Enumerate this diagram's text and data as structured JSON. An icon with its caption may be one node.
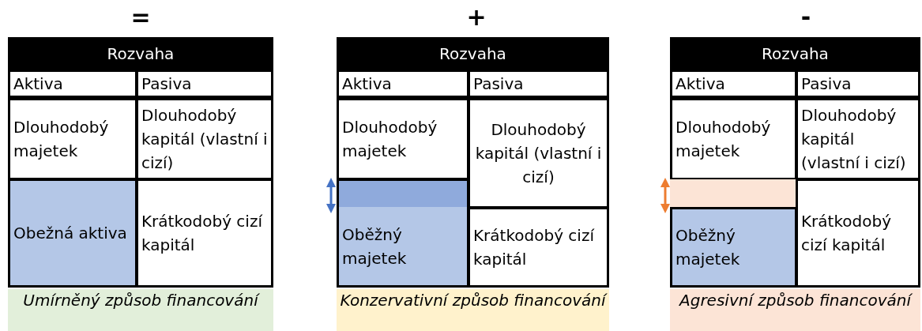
{
  "diagram": {
    "nodes": [
      {
        "text": [
          "Rozvaha"
        ]
      },
      {
        "text": [
          "Aktiva"
        ]
      },
      {
        "text": [
          "Pasiva"
        ]
      },
      {
        "text": [
          "Dlouhodobý majetek"
        ]
      },
      {
        "text": [
          "Dlouhodobý kapitál (vlastní i cizí)"
        ]
      },
      {
        "text": [
          "Obežná aktiva"
        ]
      },
      {
        "text": [
          "Krátkodobý cizí kapitál"
        ]
      },
      {
        "text": [
          "Umírněný způsob financování"
        ]
      },
      {
        "text": [
          "Rozvaha"
        ]
      },
      {
        "text": [
          "Aktiva"
        ]
      },
      {
        "text": [
          "Pasiva"
        ]
      },
      {
        "text": [
          "Dlouhodobý majetek"
        ]
      },
      {
        "text": [
          "Dlouhodobý kapitál (vlastní i cizí)"
        ]
      },
      {
        "text": [],
        "shape": "box"
      },
      {
        "text": [
          "Oběžný majetek"
        ]
      },
      {
        "text": [
          "Krátkodobý cizí kapitál"
        ]
      },
      {
        "text": [
          "Konzervativní způsob financování"
        ]
      },
      {
        "text": [
          "Rozvaha"
        ]
      },
      {
        "text": [
          "Aktiva"
        ]
      },
      {
        "text": [
          "Pasiva"
        ]
      },
      {
        "text": [
          "Dlouhodobý majetek"
        ]
      },
      {
        "text": [
          "Dlouhodobý kapitál (vlastní i cizí)"
        ]
      },
      {
        "text": [],
        "shape": "box"
      },
      {
        "text": [
          "Oběžný majetek"
        ]
      },
      {
        "text": [
          "Krátkodobý cizí kapitál"
        ]
      },
      {
        "text": [
          "Agresivní způsob financování"
        ]
      }
    ],
    "labels": [
      "=",
      "+",
      "-"
    ]
  }
}
